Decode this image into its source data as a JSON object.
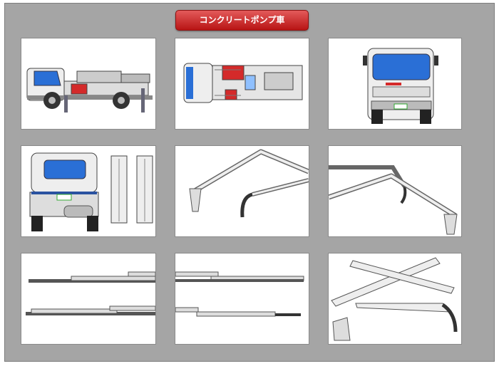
{
  "title": "コンクリートポンプ車",
  "icons": {
    "side_view": "truck-side-view-drawing",
    "top_view": "truck-top-view-drawing",
    "front_view": "truck-front-view-drawing",
    "rear_view": "truck-rear-view-drawing",
    "boom_extended": "boom-extended-drawing",
    "boom_raised": "boom-raised-drawing",
    "boom_folded_top": "boom-folded-top-drawing",
    "boom_folded_side": "boom-folded-side-drawing",
    "boom_parts": "boom-parts-drawing"
  },
  "colors": {
    "background": "#a5a5a5",
    "title_bar": "#c62020",
    "cab_glass": "#2a6fd6",
    "tank_red": "#d42a2a"
  }
}
